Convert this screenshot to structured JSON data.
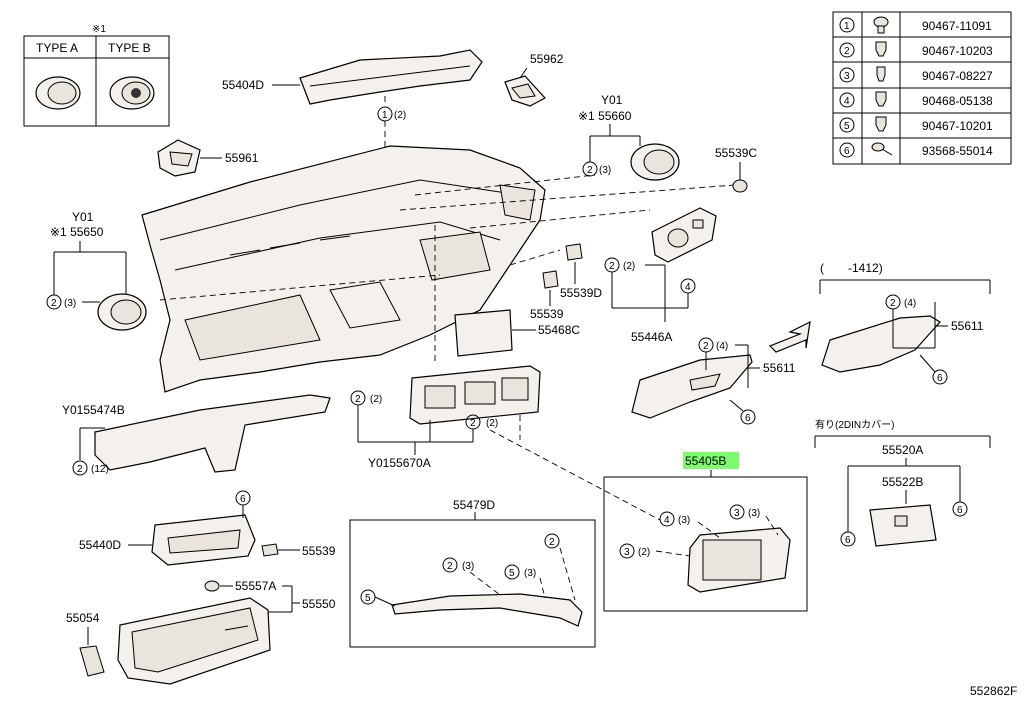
{
  "type_box": {
    "note": "※1",
    "type_a": "TYPE A",
    "type_b": "TYPE B"
  },
  "legend": [
    {
      "num": "1",
      "part": "90467-11091"
    },
    {
      "num": "2",
      "part": "90467-10203"
    },
    {
      "num": "3",
      "part": "90467-08227"
    },
    {
      "num": "4",
      "part": "90468-05138"
    },
    {
      "num": "5",
      "part": "90467-10201"
    },
    {
      "num": "6",
      "part": "93568-55014"
    }
  ],
  "parts": {
    "p55404D": "55404D",
    "p55962": "55962",
    "p55961": "55961",
    "y01_top": "Y01",
    "n55660": "※1 55660",
    "p55539C": "55539C",
    "y01_left": "Y01",
    "n55650": "※1 55650",
    "p55539D": "55539D",
    "p55539": "55539",
    "p55468C": "55468C",
    "p55446A": "55446A",
    "p55611a": "55611",
    "p55611b": "55611",
    "range": "(　　-1412)",
    "pY0155474B": "Y0155474B",
    "pY0155670A": "Y0155670A",
    "p55405B": "55405B",
    "note_2din": "有り(2DINカバー)",
    "p55520A": "55520A",
    "p55522B": "55522B",
    "p55440D": "55440D",
    "p55539b": "55539",
    "p55479D": "55479D",
    "p55557A": "55557A",
    "p55550": "55550",
    "p55054": "55054",
    "figure_no": "552862F"
  },
  "callouts": {
    "c1": "1",
    "c2": "2",
    "c3": "3",
    "c4": "4",
    "c5": "5",
    "c6": "6",
    "q2": "(2)",
    "q3": "(3)",
    "q4": "(4)",
    "q12": "(12)"
  },
  "colors": {
    "highlight": "#7CFC6A"
  }
}
